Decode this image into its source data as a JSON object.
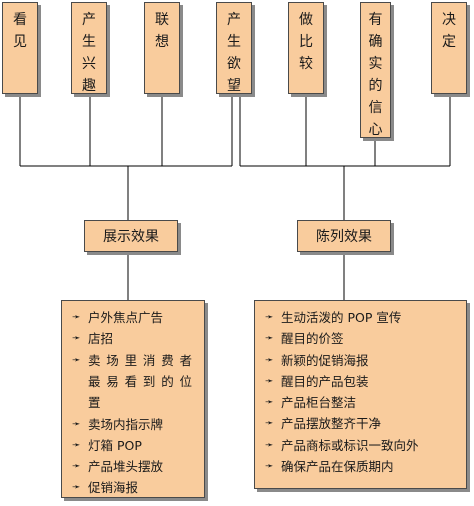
{
  "top_boxes": [
    {
      "chars": [
        "看",
        "见"
      ]
    },
    {
      "chars": [
        "产",
        "生",
        "兴",
        "趣"
      ]
    },
    {
      "chars": [
        "联",
        "想"
      ]
    },
    {
      "chars": [
        "产",
        "生",
        "欲",
        "望"
      ]
    },
    {
      "chars": [
        "做",
        "比",
        "较"
      ]
    },
    {
      "chars": [
        "有",
        "确",
        "实",
        "的",
        "信",
        "心"
      ]
    },
    {
      "chars": [
        "决",
        "定"
      ]
    }
  ],
  "mid_left": "展示效果",
  "mid_right": "陈列效果",
  "left_list": [
    {
      "text": "户外焦点广告"
    },
    {
      "text": "店招"
    },
    {
      "lines": [
        "卖场里消费者",
        "最易看到的位",
        "置"
      ]
    },
    {
      "text": "卖场内指示牌"
    },
    {
      "text": "灯箱 POP"
    },
    {
      "text": "产品堆头摆放"
    },
    {
      "text": "促销海报"
    }
  ],
  "right_list": [
    {
      "text": "生动活泼的 POP 宣传"
    },
    {
      "text": "醒目的价签"
    },
    {
      "text": "新颖的促销海报"
    },
    {
      "text": "醒目的产品包装"
    },
    {
      "text": "产品柜台整洁"
    },
    {
      "text": "产品摆放整齐干净"
    },
    {
      "text": "产品商标或标识一致向外"
    },
    {
      "text": "确保产品在保质期内"
    }
  ],
  "bullet_icon": "arrow-bullet",
  "colors": {
    "box_fill": "#f9cc9d",
    "border": "#4a4a4a",
    "shadow": "#8a8a8a",
    "line": "#000000"
  }
}
